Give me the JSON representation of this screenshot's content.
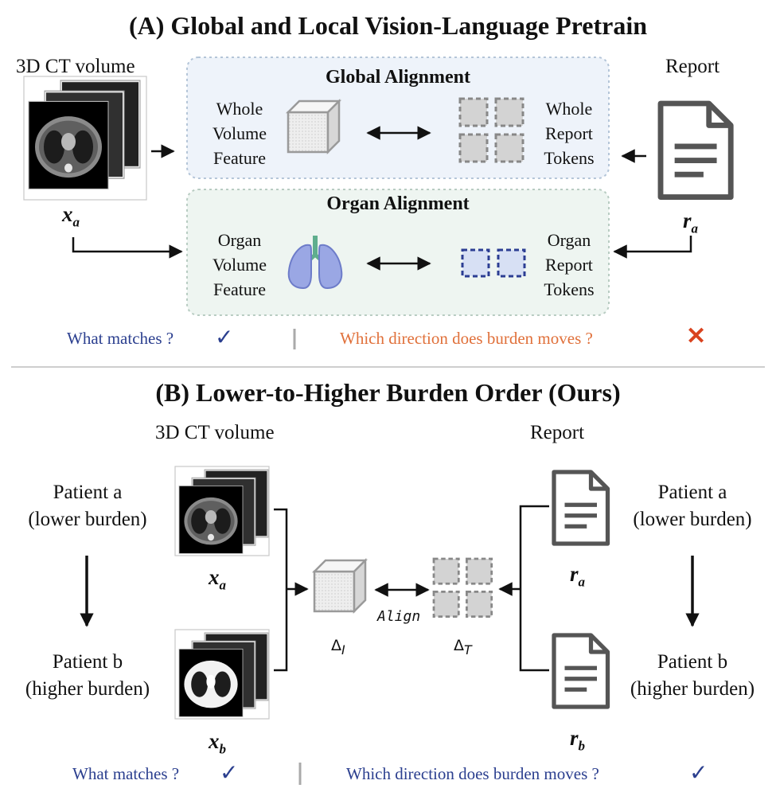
{
  "partA": {
    "title": "(A) Global and Local Vision-Language Pretrain",
    "ct_label": "3D CT volume",
    "report_label": "Report",
    "x_var": "x",
    "x_sub": "a",
    "r_var": "r",
    "r_sub": "a",
    "global_title": "Global Alignment",
    "whole_volume": [
      "Whole",
      "Volume",
      "Feature"
    ],
    "whole_report": [
      "Whole",
      "Report",
      "Tokens"
    ],
    "organ_title": "Organ Alignment",
    "organ_volume": [
      "Organ",
      "Volume",
      "Feature"
    ],
    "organ_report": [
      "Organ",
      "Report",
      "Tokens"
    ],
    "q_match": "What matches ?",
    "q_dir": "Which direction does burden moves ?",
    "colors": {
      "global_bg": "#eef3fa",
      "organ_bg": "#eef5f1",
      "match": "#2b3f8f",
      "direction": "#e0703a",
      "cross": "#d9431f"
    }
  },
  "partB": {
    "title": "(B) Lower-to-Higher Burden Order (Ours)",
    "ct_label": "3D CT volume",
    "report_label": "Report",
    "patient_a": [
      "Patient a",
      "(lower burden)"
    ],
    "patient_b": [
      "Patient b",
      "(higher burden)"
    ],
    "xa": {
      "var": "x",
      "sub": "a"
    },
    "xb": {
      "var": "x",
      "sub": "b"
    },
    "ra": {
      "var": "r",
      "sub": "a"
    },
    "rb": {
      "var": "r",
      "sub": "b"
    },
    "delta_i": {
      "sym": "Δ",
      "sub": "I"
    },
    "delta_t": {
      "sym": "Δ",
      "sub": "T"
    },
    "align": "Align",
    "q_match": "What matches ?",
    "q_dir": "Which direction does burden moves ?",
    "colors": {
      "match": "#2b3f8f"
    }
  },
  "icons": [
    "check-icon",
    "cross-icon",
    "ct-volume-icon",
    "document-icon",
    "cube-icon",
    "token-grid-icon",
    "lungs-icon"
  ]
}
